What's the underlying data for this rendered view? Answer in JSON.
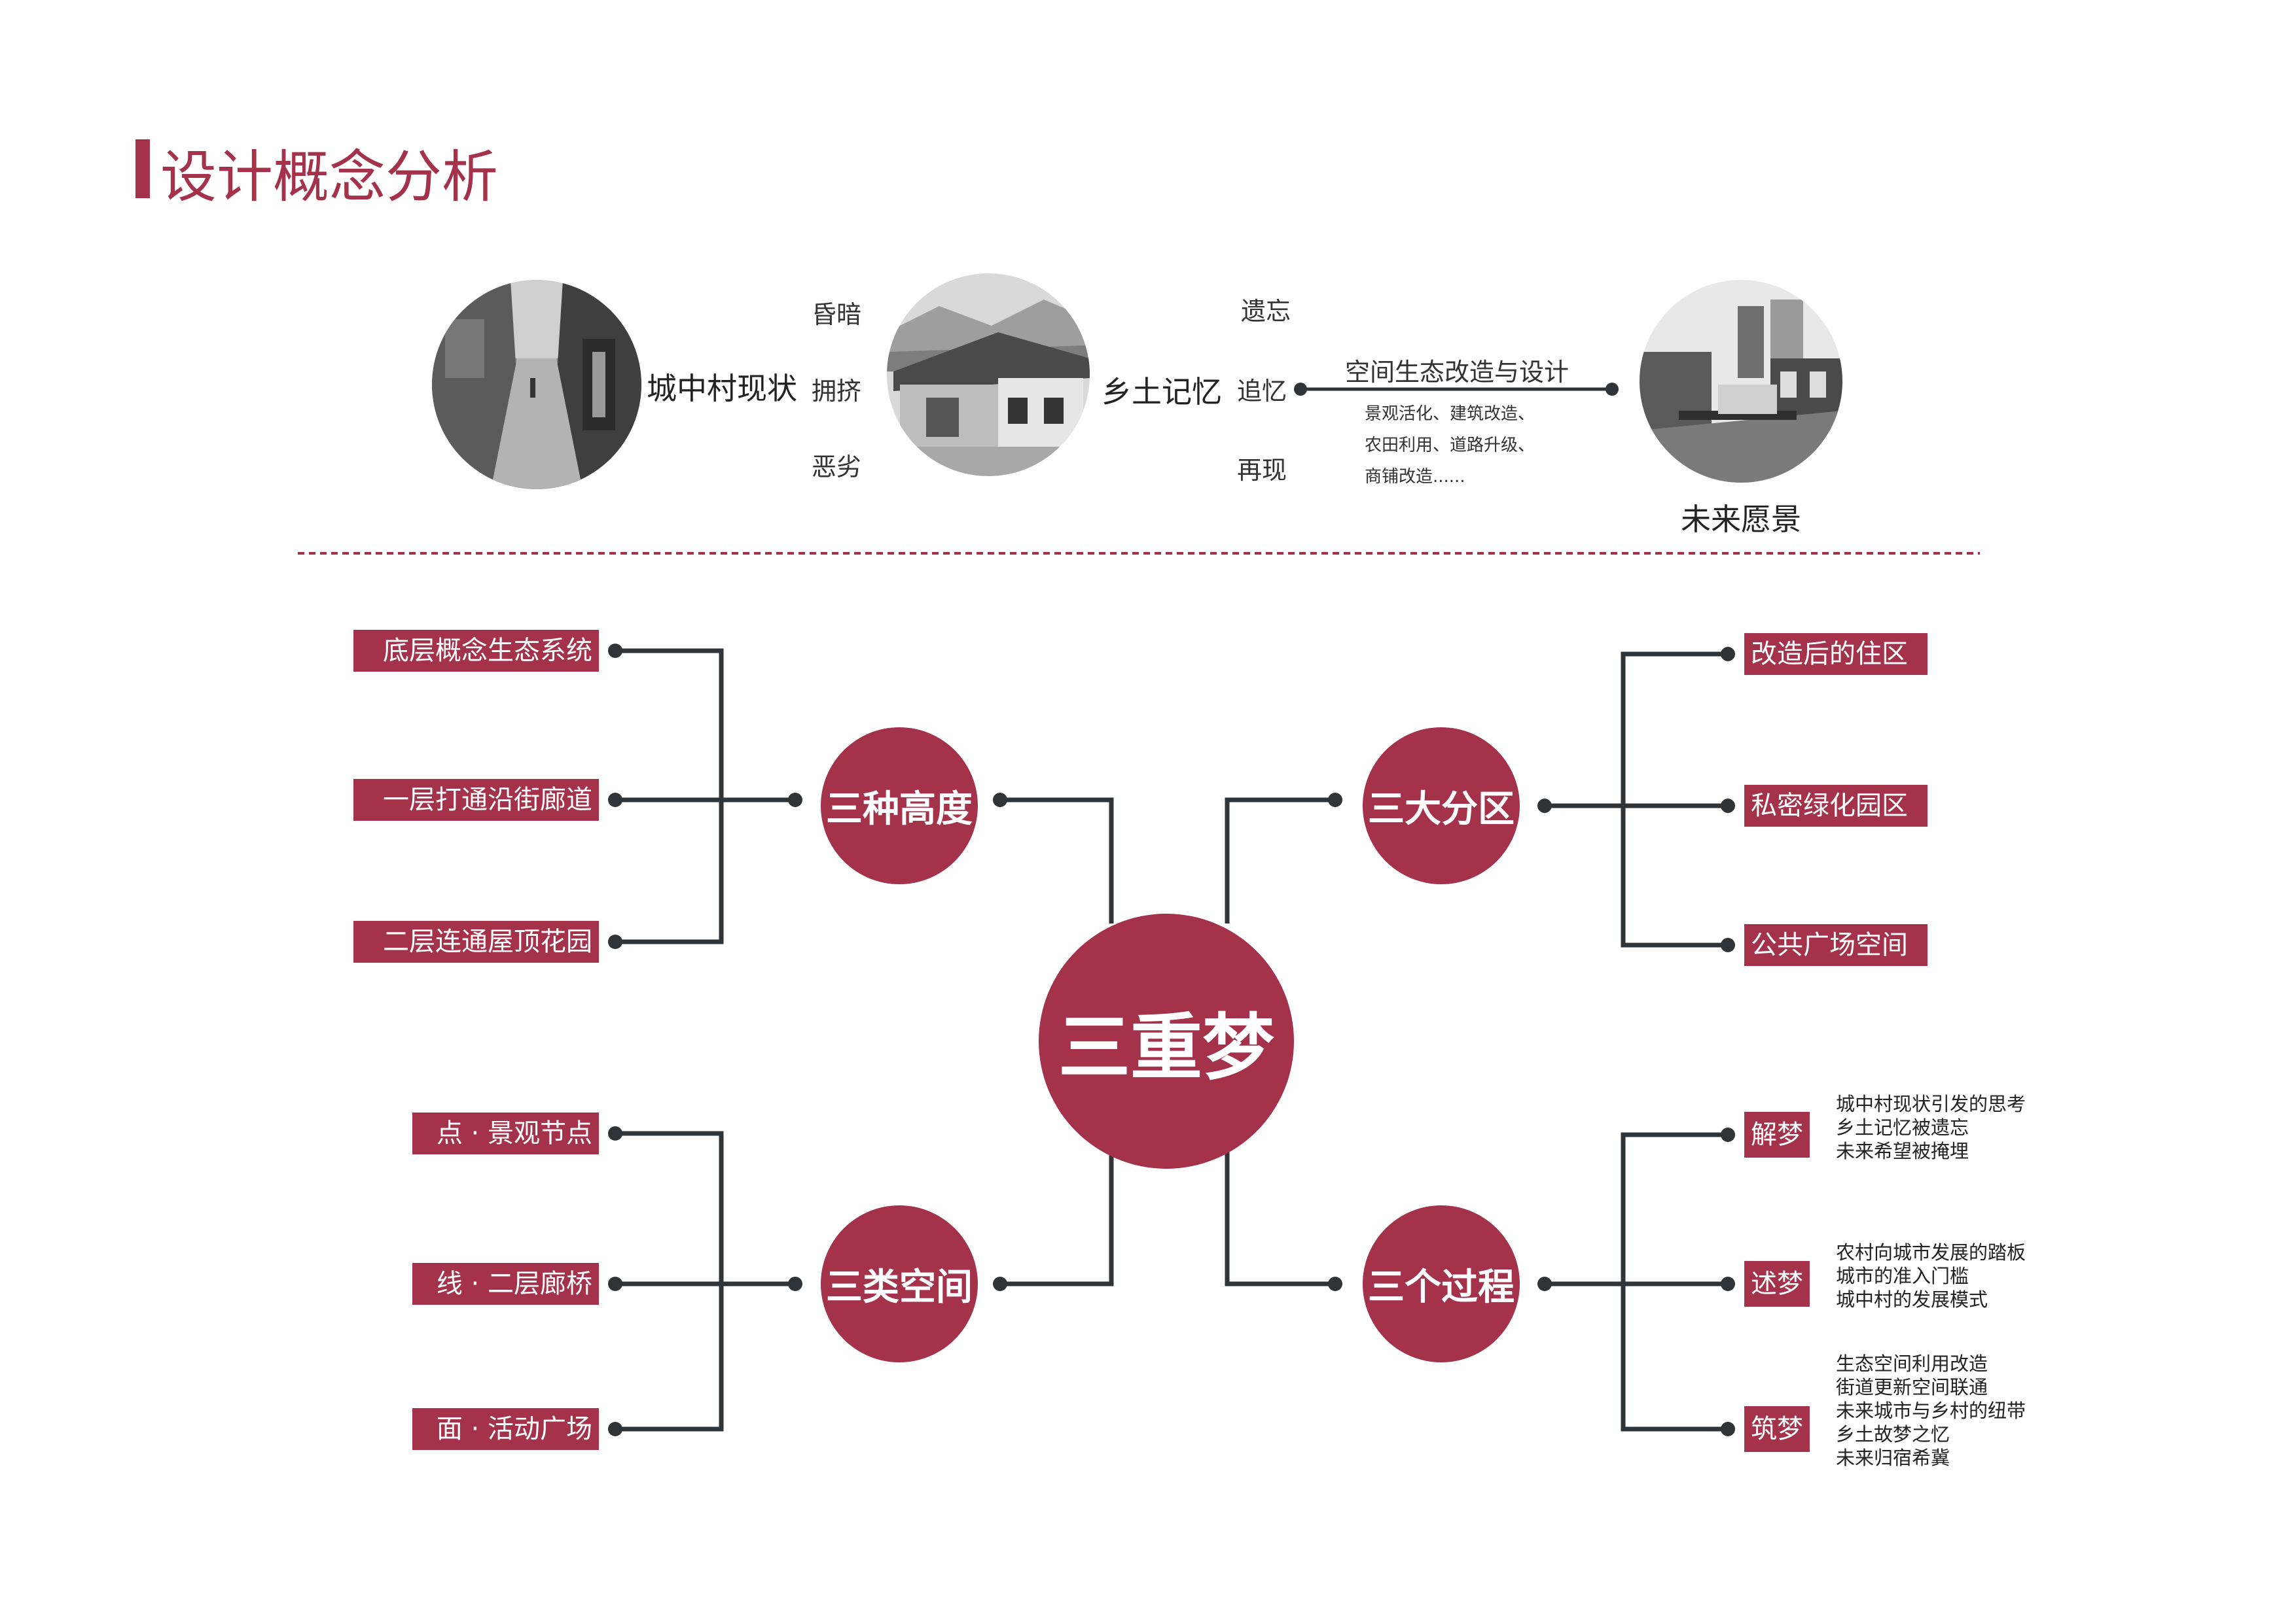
{
  "title": "设计概念分析",
  "top_flow": {
    "city_label": "城中村现状",
    "city_words": [
      "昏暗",
      "拥挤",
      "恶劣"
    ],
    "rural_label": "乡土记忆",
    "rural_words": [
      "遗忘",
      "追忆",
      "再现"
    ],
    "arrow_title": "空间生态改造与设计",
    "arrow_notes": [
      "景观活化、建筑改造、",
      "农田利用、道路升级、",
      "商铺改造......"
    ],
    "future_label": "未来愿景"
  },
  "mindmap": {
    "center": "三重梦",
    "height_branch": {
      "label": "三种高度",
      "items": [
        "底层概念生态系统",
        "一层打通沿街廊道",
        "二层连通屋顶花园"
      ]
    },
    "space_branch": {
      "label": "三类空间",
      "items": [
        "点 · 景观节点",
        "线 · 二层廊桥",
        "面 · 活动广场"
      ]
    },
    "zone_branch": {
      "label": "三大分区",
      "items": [
        "改造后的住区",
        "私密绿化园区",
        "公共广场空间"
      ]
    },
    "process_branch": {
      "label": "三个过程",
      "stages": [
        {
          "tag": "解梦",
          "lines": [
            "城中村现状引发的思考",
            "乡土记忆被遗忘",
            "未来希望被掩埋"
          ]
        },
        {
          "tag": "述梦",
          "lines": [
            "农村向城市发展的踏板",
            "城市的准入门槛",
            "城中村的发展模式"
          ]
        },
        {
          "tag": "筑梦",
          "lines": [
            "生态空间利用改造",
            "街道更新空间联通",
            "未来城市与乡村的纽带",
            "乡土故梦之忆",
            "未来归宿希冀"
          ]
        }
      ]
    }
  },
  "colors": {
    "accent": "#a3324a",
    "line": "#2f3438",
    "divider": "#a3324a"
  }
}
